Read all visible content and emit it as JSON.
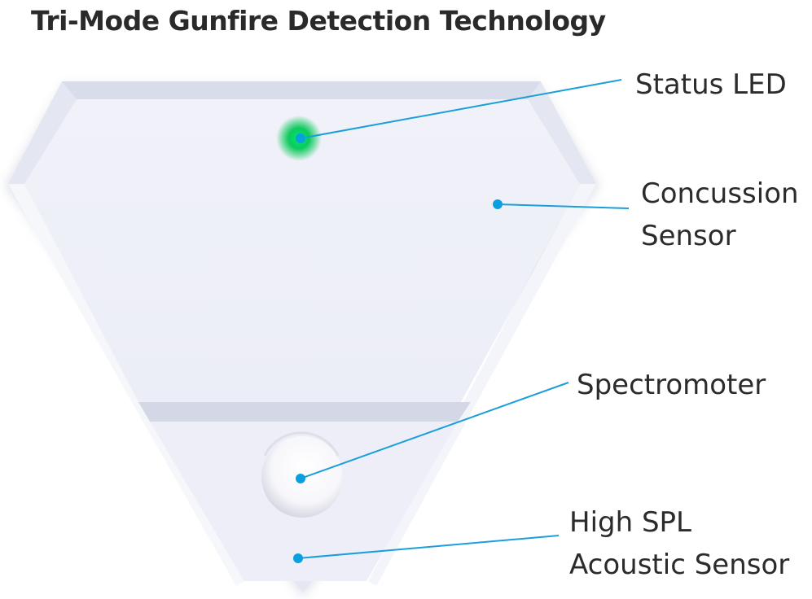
{
  "title": "Tri-Mode Gunfire Detection Technology",
  "colors": {
    "leader_line": "#1a9fd8",
    "marker_dot": "#0aa0e0",
    "status_led": "#00c853",
    "device_face": "#eef0f8",
    "device_bevel": "#dfe2ee"
  },
  "callouts": [
    {
      "id": "status-led",
      "lines": [
        "Status LED"
      ]
    },
    {
      "id": "concussion-sensor",
      "lines": [
        "Concussion",
        "Sensor"
      ]
    },
    {
      "id": "spectromoter",
      "lines": [
        "Spectromoter"
      ]
    },
    {
      "id": "acoustic-sensor",
      "lines": [
        "High SPL",
        "Acoustic Sensor"
      ]
    }
  ]
}
